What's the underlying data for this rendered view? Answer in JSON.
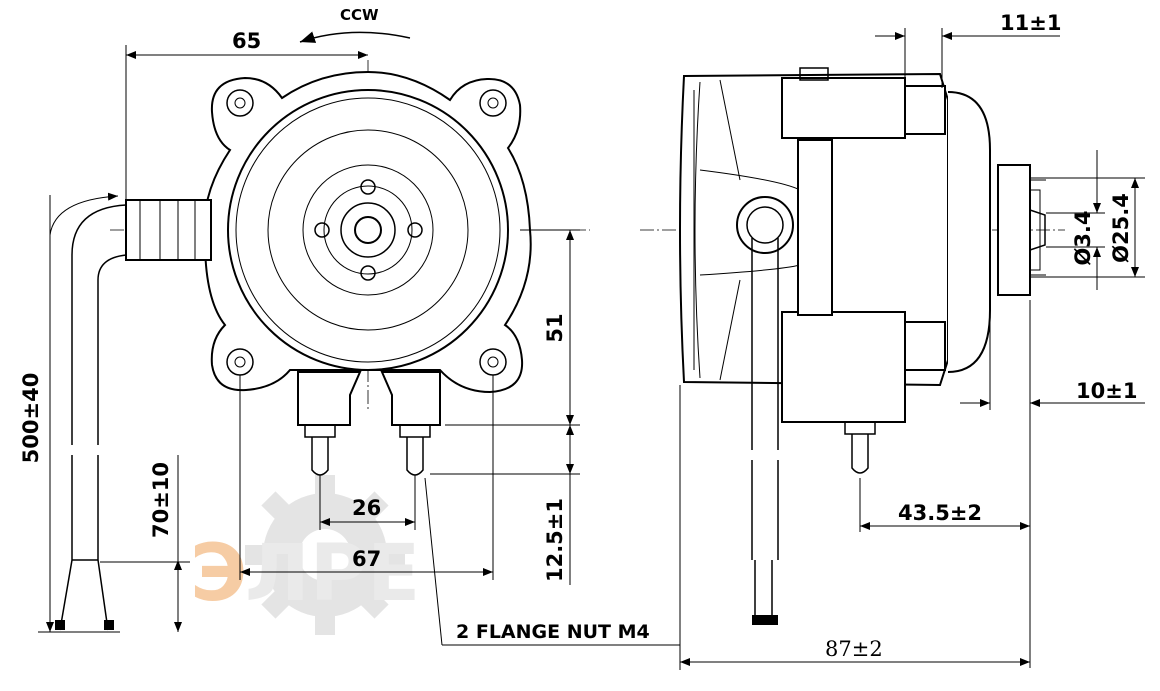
{
  "drawing": {
    "rotation": "CCW",
    "dimensions": {
      "width_left": "65",
      "cable_length": "500±40",
      "strip_length": "70±10",
      "mount_height": "51",
      "pin_length": "12.5±1",
      "pin_spacing": "26",
      "hole_spacing": "67",
      "flange_thickness": "11±1",
      "shaft_diameter": "Ø3.4",
      "hub_diameter": "Ø25.4",
      "shaft_length": "10±1",
      "pin_offset": "43.5±2",
      "total_length": "87±2"
    },
    "note": "2 FLANGE NUT M4"
  },
  "colors": {
    "line": "#000000",
    "watermark_orange": "#f0a35a",
    "watermark_gray": "#c8c8c8"
  }
}
